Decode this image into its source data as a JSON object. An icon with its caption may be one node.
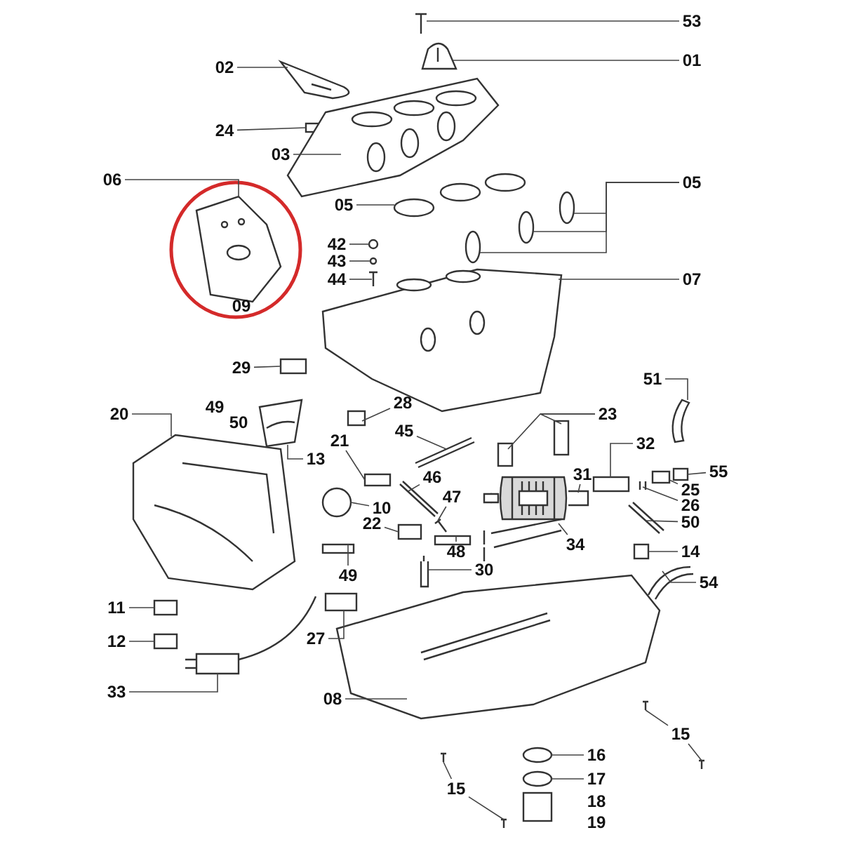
{
  "diagram": {
    "nodes": [
      {
        "text": [
          "53"
        ]
      },
      {
        "text": [
          "01"
        ]
      },
      {
        "text": [
          "02"
        ]
      },
      {
        "text": [
          "24"
        ]
      },
      {
        "text": [
          "03"
        ]
      },
      {
        "text": [
          "06"
        ]
      },
      {
        "text": [
          "05"
        ]
      },
      {
        "text": [
          "05"
        ]
      },
      {
        "text": [
          "42"
        ]
      },
      {
        "text": [
          "43"
        ]
      },
      {
        "text": [
          "44"
        ]
      },
      {
        "text": [
          "07"
        ]
      },
      {
        "text": [
          "09"
        ]
      },
      {
        "text": [
          "29"
        ]
      },
      {
        "text": [
          "28"
        ]
      },
      {
        "text": [
          "51"
        ]
      },
      {
        "text": [
          "20"
        ]
      },
      {
        "text": [
          "49"
        ]
      },
      {
        "text": [
          "50"
        ]
      },
      {
        "text": [
          "45"
        ]
      },
      {
        "text": [
          "23"
        ]
      },
      {
        "text": [
          "21"
        ]
      },
      {
        "text": [
          "13"
        ]
      },
      {
        "text": [
          "32"
        ]
      },
      {
        "text": [
          "46"
        ]
      },
      {
        "text": [
          "31"
        ]
      },
      {
        "text": [
          "55"
        ]
      },
      {
        "text": [
          "25"
        ]
      },
      {
        "text": [
          "10"
        ]
      },
      {
        "text": [
          "47"
        ]
      },
      {
        "text": [
          "26"
        ]
      },
      {
        "text": [
          "22"
        ]
      },
      {
        "text": [
          "50"
        ]
      },
      {
        "text": [
          "34"
        ]
      },
      {
        "text": [
          "48"
        ]
      },
      {
        "text": [
          "14"
        ]
      },
      {
        "text": [
          "49"
        ]
      },
      {
        "text": [
          "30"
        ]
      },
      {
        "text": [
          "54"
        ]
      },
      {
        "text": [
          "11"
        ]
      },
      {
        "text": [
          "12"
        ]
      },
      {
        "text": [
          "27"
        ]
      },
      {
        "text": [
          "33"
        ]
      },
      {
        "text": [
          "08"
        ]
      },
      {
        "text": [
          "15"
        ]
      },
      {
        "text": [
          "16"
        ]
      },
      {
        "text": [
          "17"
        ]
      },
      {
        "text": [
          "15"
        ]
      },
      {
        "text": [
          "18"
        ]
      },
      {
        "text": [
          "19"
        ]
      },
      {
        "text": [],
        "shape": "picture"
      },
      {
        "text": [],
        "shape": "picture"
      },
      {
        "text": [],
        "shape": "picture"
      },
      {
        "text": [],
        "shape": "box"
      },
      {
        "text": [],
        "shape": "picture"
      },
      {
        "text": [],
        "shape": "picture"
      },
      {
        "text": [],
        "shape": "picture"
      },
      {
        "text": [],
        "shape": "circle"
      },
      {
        "text": [],
        "shape": "circle"
      },
      {
        "text": [],
        "shape": "circle"
      },
      {
        "text": [],
        "shape": "circle"
      },
      {
        "text": [],
        "shape": "circle"
      },
      {
        "text": [],
        "shape": "picture"
      },
      {
        "text": [],
        "shape": "picture"
      },
      {
        "text": [],
        "shape": "box"
      },
      {
        "text": [],
        "shape": "box"
      },
      {
        "text": [],
        "shape": "picture"
      },
      {
        "text": [],
        "shape": "picture"
      },
      {
        "text": [],
        "shape": "picture"
      },
      {
        "text": [],
        "shape": "box"
      },
      {
        "text": [],
        "shape": "box"
      },
      {
        "text": [],
        "shape": "box"
      },
      {
        "text": [],
        "shape": "picture"
      },
      {
        "text": [],
        "shape": "box"
      },
      {
        "text": [],
        "shape": "picture"
      },
      {
        "text": [],
        "shape": "picture"
      },
      {
        "text": [],
        "shape": "box"
      },
      {
        "text": [],
        "shape": "box"
      },
      {
        "text": [],
        "shape": "circle"
      },
      {
        "text": [],
        "shape": "picture"
      },
      {
        "text": [],
        "shape": "picture"
      },
      {
        "text": [],
        "shape": "box"
      },
      {
        "text": [],
        "shape": "picture"
      },
      {
        "text": [],
        "shape": "picture"
      },
      {
        "text": [],
        "shape": "box"
      },
      {
        "text": [],
        "shape": "box"
      },
      {
        "text": [],
        "shape": "box"
      },
      {
        "text": [],
        "shape": "picture"
      },
      {
        "text": [],
        "shape": "picture"
      },
      {
        "text": [],
        "shape": "box"
      },
      {
        "text": [],
        "shape": "box"
      },
      {
        "text": [],
        "shape": "box"
      },
      {
        "text": [],
        "shape": "picture"
      },
      {
        "text": [],
        "shape": "picture"
      },
      {
        "text": [],
        "shape": "picture"
      },
      {
        "text": [],
        "shape": "picture"
      },
      {
        "text": [],
        "shape": "circle"
      },
      {
        "text": [],
        "shape": "circle"
      },
      {
        "text": [],
        "shape": "picture"
      },
      {
        "text": [],
        "shape": "picture"
      }
    ],
    "edges": [
      {
        "from": 0,
        "to": 50,
        "arrow": "none"
      },
      {
        "from": 1,
        "to": 51,
        "arrow": "none"
      },
      {
        "from": 2,
        "to": 52,
        "arrow": "none"
      },
      {
        "from": 3,
        "to": 53,
        "arrow": "none"
      },
      {
        "from": 4,
        "to": 54,
        "arrow": "none"
      },
      {
        "from": 5,
        "to": 55,
        "arrow": "none"
      },
      {
        "from": 6,
        "to": 56,
        "arrow": "none"
      },
      {
        "from": 7,
        "to": 57,
        "arrow": "none"
      },
      {
        "from": 7,
        "to": 58,
        "arrow": "none"
      },
      {
        "from": 7,
        "to": 59,
        "arrow": "none"
      },
      {
        "from": 8,
        "to": 60,
        "arrow": "none"
      },
      {
        "from": 9,
        "to": 61,
        "arrow": "none"
      },
      {
        "from": 10,
        "to": 62,
        "arrow": "none"
      },
      {
        "from": 11,
        "to": 63,
        "arrow": "none"
      },
      {
        "from": 13,
        "to": 64,
        "arrow": "none"
      },
      {
        "from": 14,
        "to": 65,
        "arrow": "none"
      },
      {
        "from": 15,
        "to": 66,
        "arrow": "none"
      },
      {
        "from": 16,
        "to": 67,
        "arrow": "none"
      },
      {
        "from": 19,
        "to": 68,
        "arrow": "none"
      },
      {
        "from": 20,
        "to": 69,
        "arrow": "none"
      },
      {
        "from": 20,
        "to": 70,
        "arrow": "none"
      },
      {
        "from": 21,
        "to": 71,
        "arrow": "none"
      },
      {
        "from": 22,
        "to": 72,
        "arrow": "none"
      },
      {
        "from": 23,
        "to": 73,
        "arrow": "none"
      },
      {
        "from": 24,
        "to": 74,
        "arrow": "none"
      },
      {
        "from": 25,
        "to": 75,
        "arrow": "none"
      },
      {
        "from": 26,
        "to": 76,
        "arrow": "none"
      },
      {
        "from": 27,
        "to": 77,
        "arrow": "none"
      },
      {
        "from": 28,
        "to": 78,
        "arrow": "none"
      },
      {
        "from": 29,
        "to": 79,
        "arrow": "none"
      },
      {
        "from": 30,
        "to": 80,
        "arrow": "none"
      },
      {
        "from": 31,
        "to": 81,
        "arrow": "none"
      },
      {
        "from": 32,
        "to": 82,
        "arrow": "none"
      },
      {
        "from": 33,
        "to": 83,
        "arrow": "none"
      },
      {
        "from": 34,
        "to": 84,
        "arrow": "none"
      },
      {
        "from": 35,
        "to": 85,
        "arrow": "none"
      },
      {
        "from": 36,
        "to": 86,
        "arrow": "none"
      },
      {
        "from": 37,
        "to": 87,
        "arrow": "none"
      },
      {
        "from": 38,
        "to": 88,
        "arrow": "none"
      },
      {
        "from": 39,
        "to": 89,
        "arrow": "none"
      },
      {
        "from": 40,
        "to": 90,
        "arrow": "none"
      },
      {
        "from": 41,
        "to": 91,
        "arrow": "none"
      },
      {
        "from": 42,
        "to": 92,
        "arrow": "none"
      },
      {
        "from": 43,
        "to": 93,
        "arrow": "none"
      },
      {
        "from": 44,
        "to": 94,
        "arrow": "none"
      },
      {
        "from": 44,
        "to": 95,
        "arrow": "none"
      },
      {
        "from": 45,
        "to": 96,
        "arrow": "none"
      },
      {
        "from": 46,
        "to": 97,
        "arrow": "none"
      },
      {
        "from": 47,
        "to": 98,
        "arrow": "none"
      },
      {
        "from": 47,
        "to": 99,
        "arrow": "none"
      }
    ]
  }
}
